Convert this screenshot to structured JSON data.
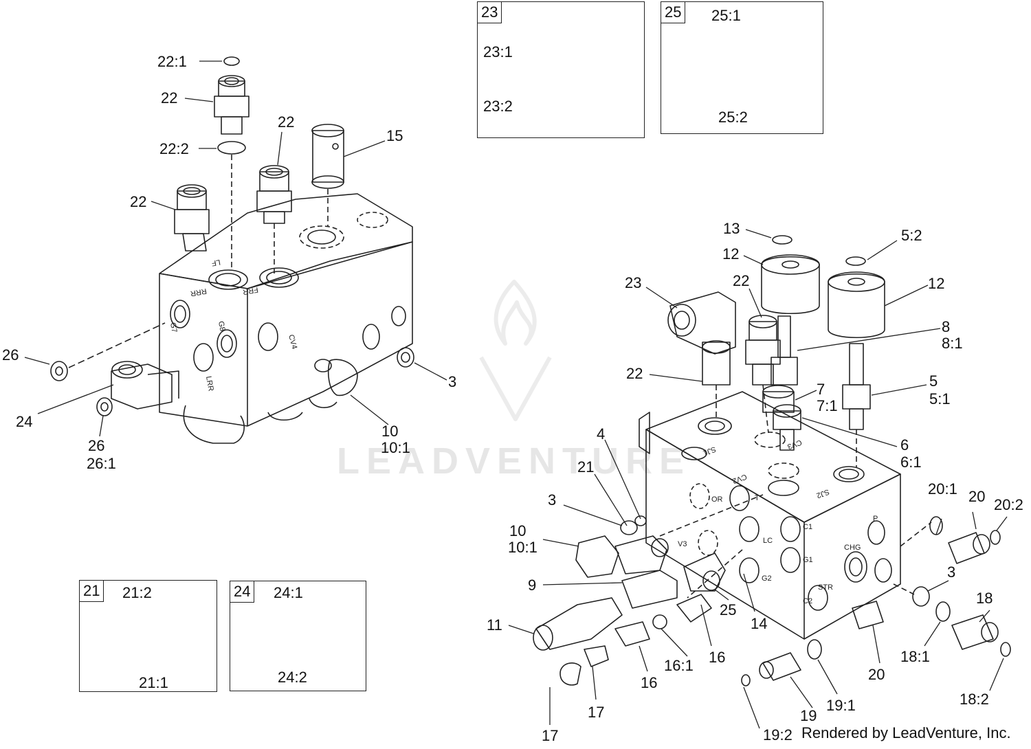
{
  "watermark": "LEADVENTURE",
  "credit": "Rendered by LeadVenture, Inc.",
  "insets": [
    {
      "id": "23",
      "tag": "23",
      "labels": [
        "23:1",
        "23:2"
      ]
    },
    {
      "id": "25",
      "tag": "25",
      "labels": [
        "25:1",
        "25:2"
      ]
    },
    {
      "id": "21",
      "tag": "21",
      "labels": [
        "21:2",
        "21:1"
      ]
    },
    {
      "id": "24",
      "tag": "24",
      "labels": [
        "24:1",
        "24:2"
      ]
    }
  ],
  "left_assembly": {
    "callouts": [
      "22:1",
      "22",
      "22:2",
      "22",
      "15",
      "22",
      "26",
      "24",
      "26",
      "26:1",
      "3",
      "10",
      "10:1"
    ],
    "port_marks": [
      "G7",
      "G8",
      "CV4",
      "LRR",
      "FRR",
      "RRR",
      "LF"
    ]
  },
  "right_assembly": {
    "callouts": [
      "13",
      "12",
      "5:2",
      "12",
      "23",
      "22",
      "8",
      "8:1",
      "22",
      "7",
      "7:1",
      "5",
      "5:1",
      "6",
      "6:1",
      "4",
      "21",
      "3",
      "10",
      "10:1",
      "9",
      "11",
      "25",
      "14",
      "16:1",
      "16",
      "16",
      "17",
      "17",
      "19",
      "19:1",
      "19:2",
      "20",
      "20:1",
      "20",
      "20:2",
      "3",
      "18",
      "18:1",
      "18:2"
    ],
    "port_marks": [
      "P",
      "CHG",
      "STR",
      "C1",
      "G1",
      "C2",
      "G2",
      "LC",
      "V3",
      "OR",
      "SJ2",
      "SJ1",
      "CV2",
      "CV3",
      "T"
    ]
  }
}
